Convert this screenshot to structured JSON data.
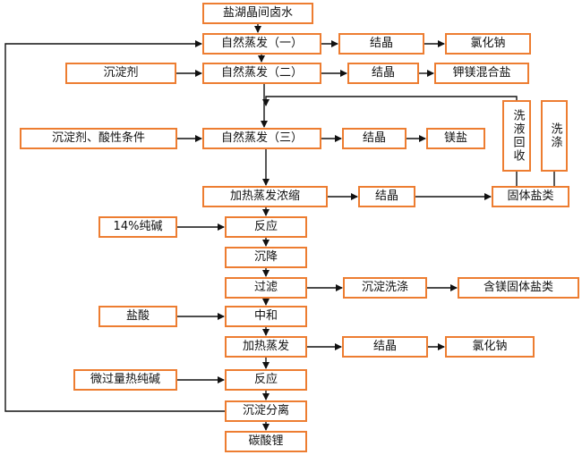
{
  "colors": {
    "box_border": "#ed7d31",
    "line": "#111111",
    "text": "#111111"
  },
  "nodes": {
    "brine": "盐湖晶间卤水",
    "evap1": "自然蒸发（一）",
    "cryst1": "结晶",
    "nacl1": "氯化钠",
    "precip1": "沉淀剂",
    "evap2": "自然蒸发（二）",
    "cryst2": "结晶",
    "kmg": "钾镁混合盐",
    "precip_acid": "沉淀剂、酸性条件",
    "evap3": "自然蒸发（三）",
    "cryst3": "结晶",
    "mgsalt": "镁盐",
    "wash_recycle": "洗液回收",
    "wash": "洗涤",
    "heat_conc": "加热蒸发浓缩",
    "cryst4": "结晶",
    "solid_salts": "固体盐类",
    "soda14": "14%纯碱",
    "react1": "反应",
    "settle": "沉降",
    "filter": "过滤",
    "precip_wash": "沉淀洗涤",
    "mg_solids": "含镁固体盐类",
    "hcl": "盐酸",
    "neutralize": "中和",
    "heat_evap": "加热蒸发",
    "cryst5": "结晶",
    "nacl2": "氯化钠",
    "hot_soda": "微过量热纯碱",
    "react2": "反应",
    "sep": "沉淀分离",
    "li2co3": "碳酸锂"
  }
}
